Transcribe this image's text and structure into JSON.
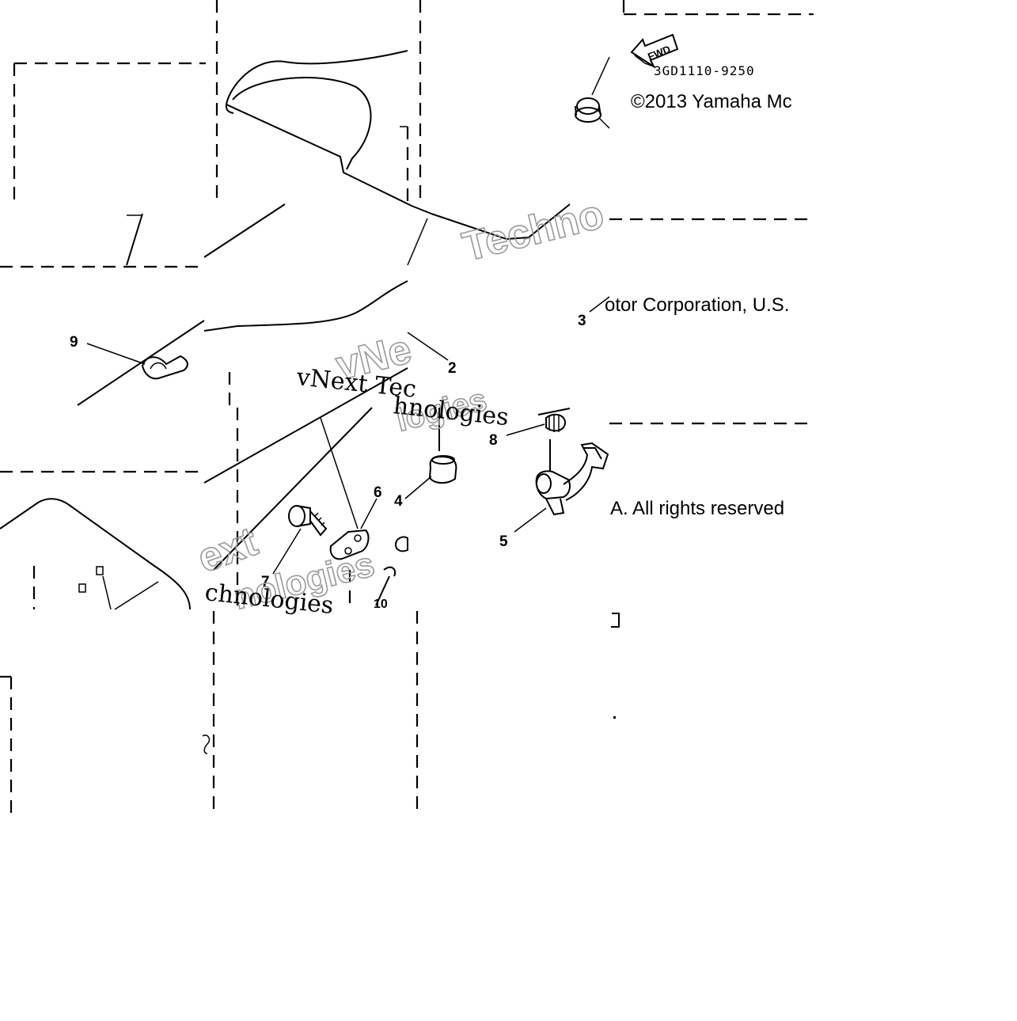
{
  "diagram": {
    "part_number": "3GD1110-9250",
    "fwd_label": "FWD",
    "copyright": {
      "line1": "©2013 Yamaha Mc",
      "line2": "otor Corporation, U.S.",
      "line3": "A. All rights reserved"
    },
    "watermark": {
      "serif_text_1": "vNext Tec",
      "serif_text_2": "hnologies",
      "serif_text_3": "chnologies",
      "outline_text_1": "Techno",
      "outline_text_2": "vNe",
      "outline_text_3": "logies",
      "outline_text_4": "ext",
      "outline_text_5": "nologies"
    },
    "callouts": [
      "2",
      "3",
      "4",
      "5",
      "6",
      "7",
      "8",
      "9",
      "10"
    ]
  }
}
